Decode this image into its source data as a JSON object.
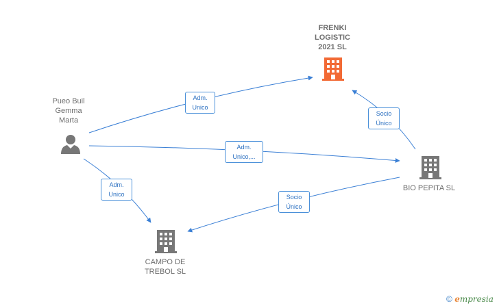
{
  "nodes": {
    "frenki": {
      "label": "FRENKI\nLOGISTIC\n2021  SL",
      "type": "company",
      "color": "#f26a35"
    },
    "bio": {
      "label": "BIO PEPITA  SL",
      "type": "company",
      "color": "#777777"
    },
    "campo": {
      "label": "CAMPO DE\nTREBOL  SL",
      "type": "company",
      "color": "#777777"
    },
    "pueo": {
      "label": "Pueo Buil\nGemma\nMarta",
      "type": "person",
      "color": "#777777"
    }
  },
  "edges": {
    "pueo_frenki": {
      "label": "Adm.\nUnico",
      "from": "pueo",
      "to": "frenki"
    },
    "pueo_bio": {
      "label": "Adm.\nUnico,...",
      "from": "pueo",
      "to": "bio"
    },
    "pueo_campo": {
      "label": "Adm.\nUnico",
      "from": "pueo",
      "to": "campo"
    },
    "bio_frenki": {
      "label": "Socio\nÚnico",
      "from": "bio",
      "to": "frenki"
    },
    "bio_campo": {
      "label": "Socio\nÚnico",
      "from": "bio",
      "to": "campo"
    }
  },
  "colors": {
    "edge": "#3a7fd5"
  },
  "watermark": {
    "symbol": "©",
    "brand_initial": "e",
    "brand_rest": "mpresia"
  }
}
